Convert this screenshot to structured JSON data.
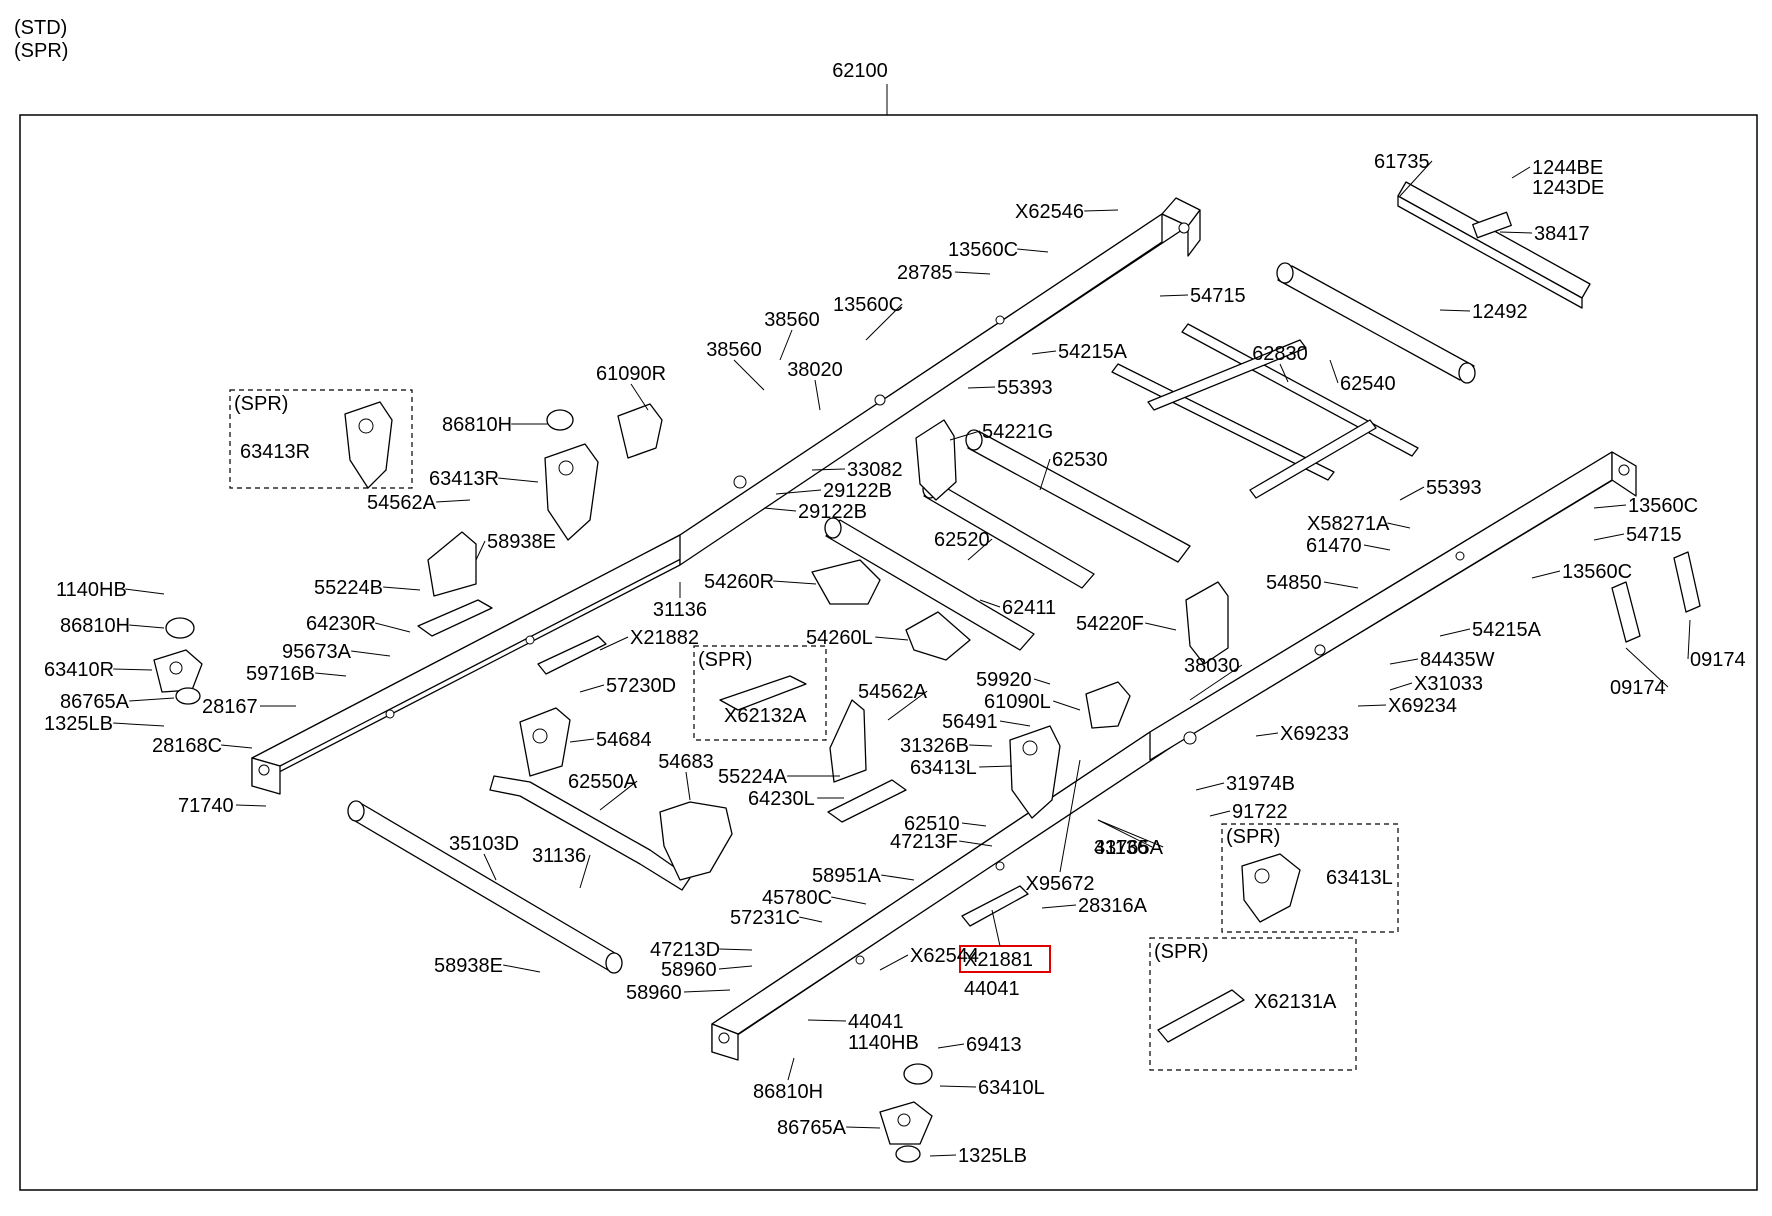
{
  "header": {
    "line1": "(STD)",
    "line2": "(SPR)"
  },
  "assembly_label": "62100",
  "spr_boxes": [
    {
      "label": "(SPR)",
      "part": "63413R"
    },
    {
      "label": "(SPR)",
      "part": "X62132A"
    },
    {
      "label": "(SPR)",
      "part": "63413L"
    },
    {
      "label": "(SPR)",
      "part": "X62131A"
    }
  ],
  "highlighted_part": "X21881",
  "labels": [
    "61735",
    "1244BE",
    "1243DE",
    "38417",
    "X62546",
    "13560C",
    "28785",
    "54715",
    "12492",
    "13560C",
    "54215A",
    "38560",
    "38560",
    "62830",
    "62540",
    "61090R",
    "38020",
    "55393",
    "86810H",
    "54221G",
    "63413R",
    "33082",
    "62530",
    "29122B",
    "29122B",
    "54562A",
    "58938E",
    "55393",
    "13560C",
    "X58271A",
    "54715",
    "61470",
    "1140HB",
    "62520",
    "55224B",
    "31136",
    "54260R",
    "54850",
    "13560C",
    "86810H",
    "62411",
    "54220F",
    "64230R",
    "X21882",
    "54260L",
    "54215A",
    "95673A",
    "84435W",
    "09174",
    "63410R",
    "59716B",
    "38030",
    "59920",
    "X31033",
    "09174",
    "86765A",
    "57230D",
    "61090L",
    "54562A",
    "X69234",
    "28167",
    "1325LB",
    "56491",
    "28168C",
    "54684",
    "31326B",
    "X69233",
    "63413L",
    "55224A",
    "54683",
    "62550A",
    "71740",
    "64230L",
    "31136",
    "31974B",
    "91722",
    "62510",
    "35103D",
    "47213F",
    "31136",
    "43765A",
    "58951A",
    "X95672",
    "45780C",
    "28316A",
    "57231C",
    "47213D",
    "58938E",
    "58960",
    "X62544",
    "44041",
    "58960",
    "44041",
    "1140HB",
    "69413",
    "86810H",
    "63410L",
    "86765A",
    "1325LB"
  ]
}
